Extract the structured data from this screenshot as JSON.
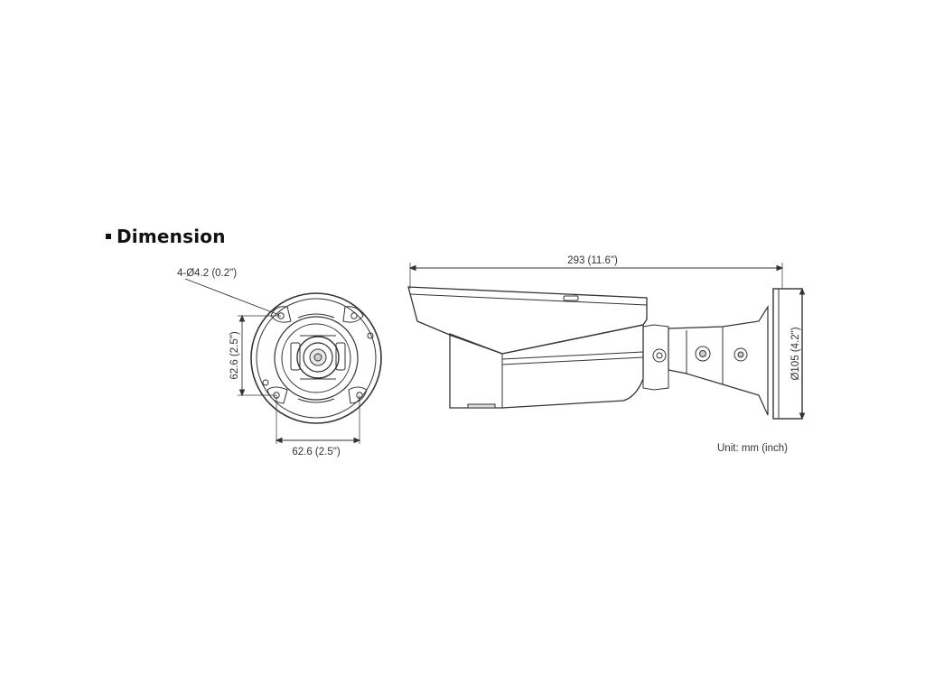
{
  "heading": {
    "title": "Dimension"
  },
  "front_view": {
    "hole_callout": "4-Ø4.2 (0.2\")",
    "vertical_spacing": "62.6 (2.5\")",
    "horizontal_spacing": "62.6 (2.5\")"
  },
  "side_view": {
    "overall_length": "293 (11.6\")",
    "mount_diameter": "Ø105 (4.2\")"
  },
  "unit_note": "Unit: mm (inch)",
  "colors": {
    "line": "#333333",
    "text": "#333333",
    "heading": "#111111"
  }
}
